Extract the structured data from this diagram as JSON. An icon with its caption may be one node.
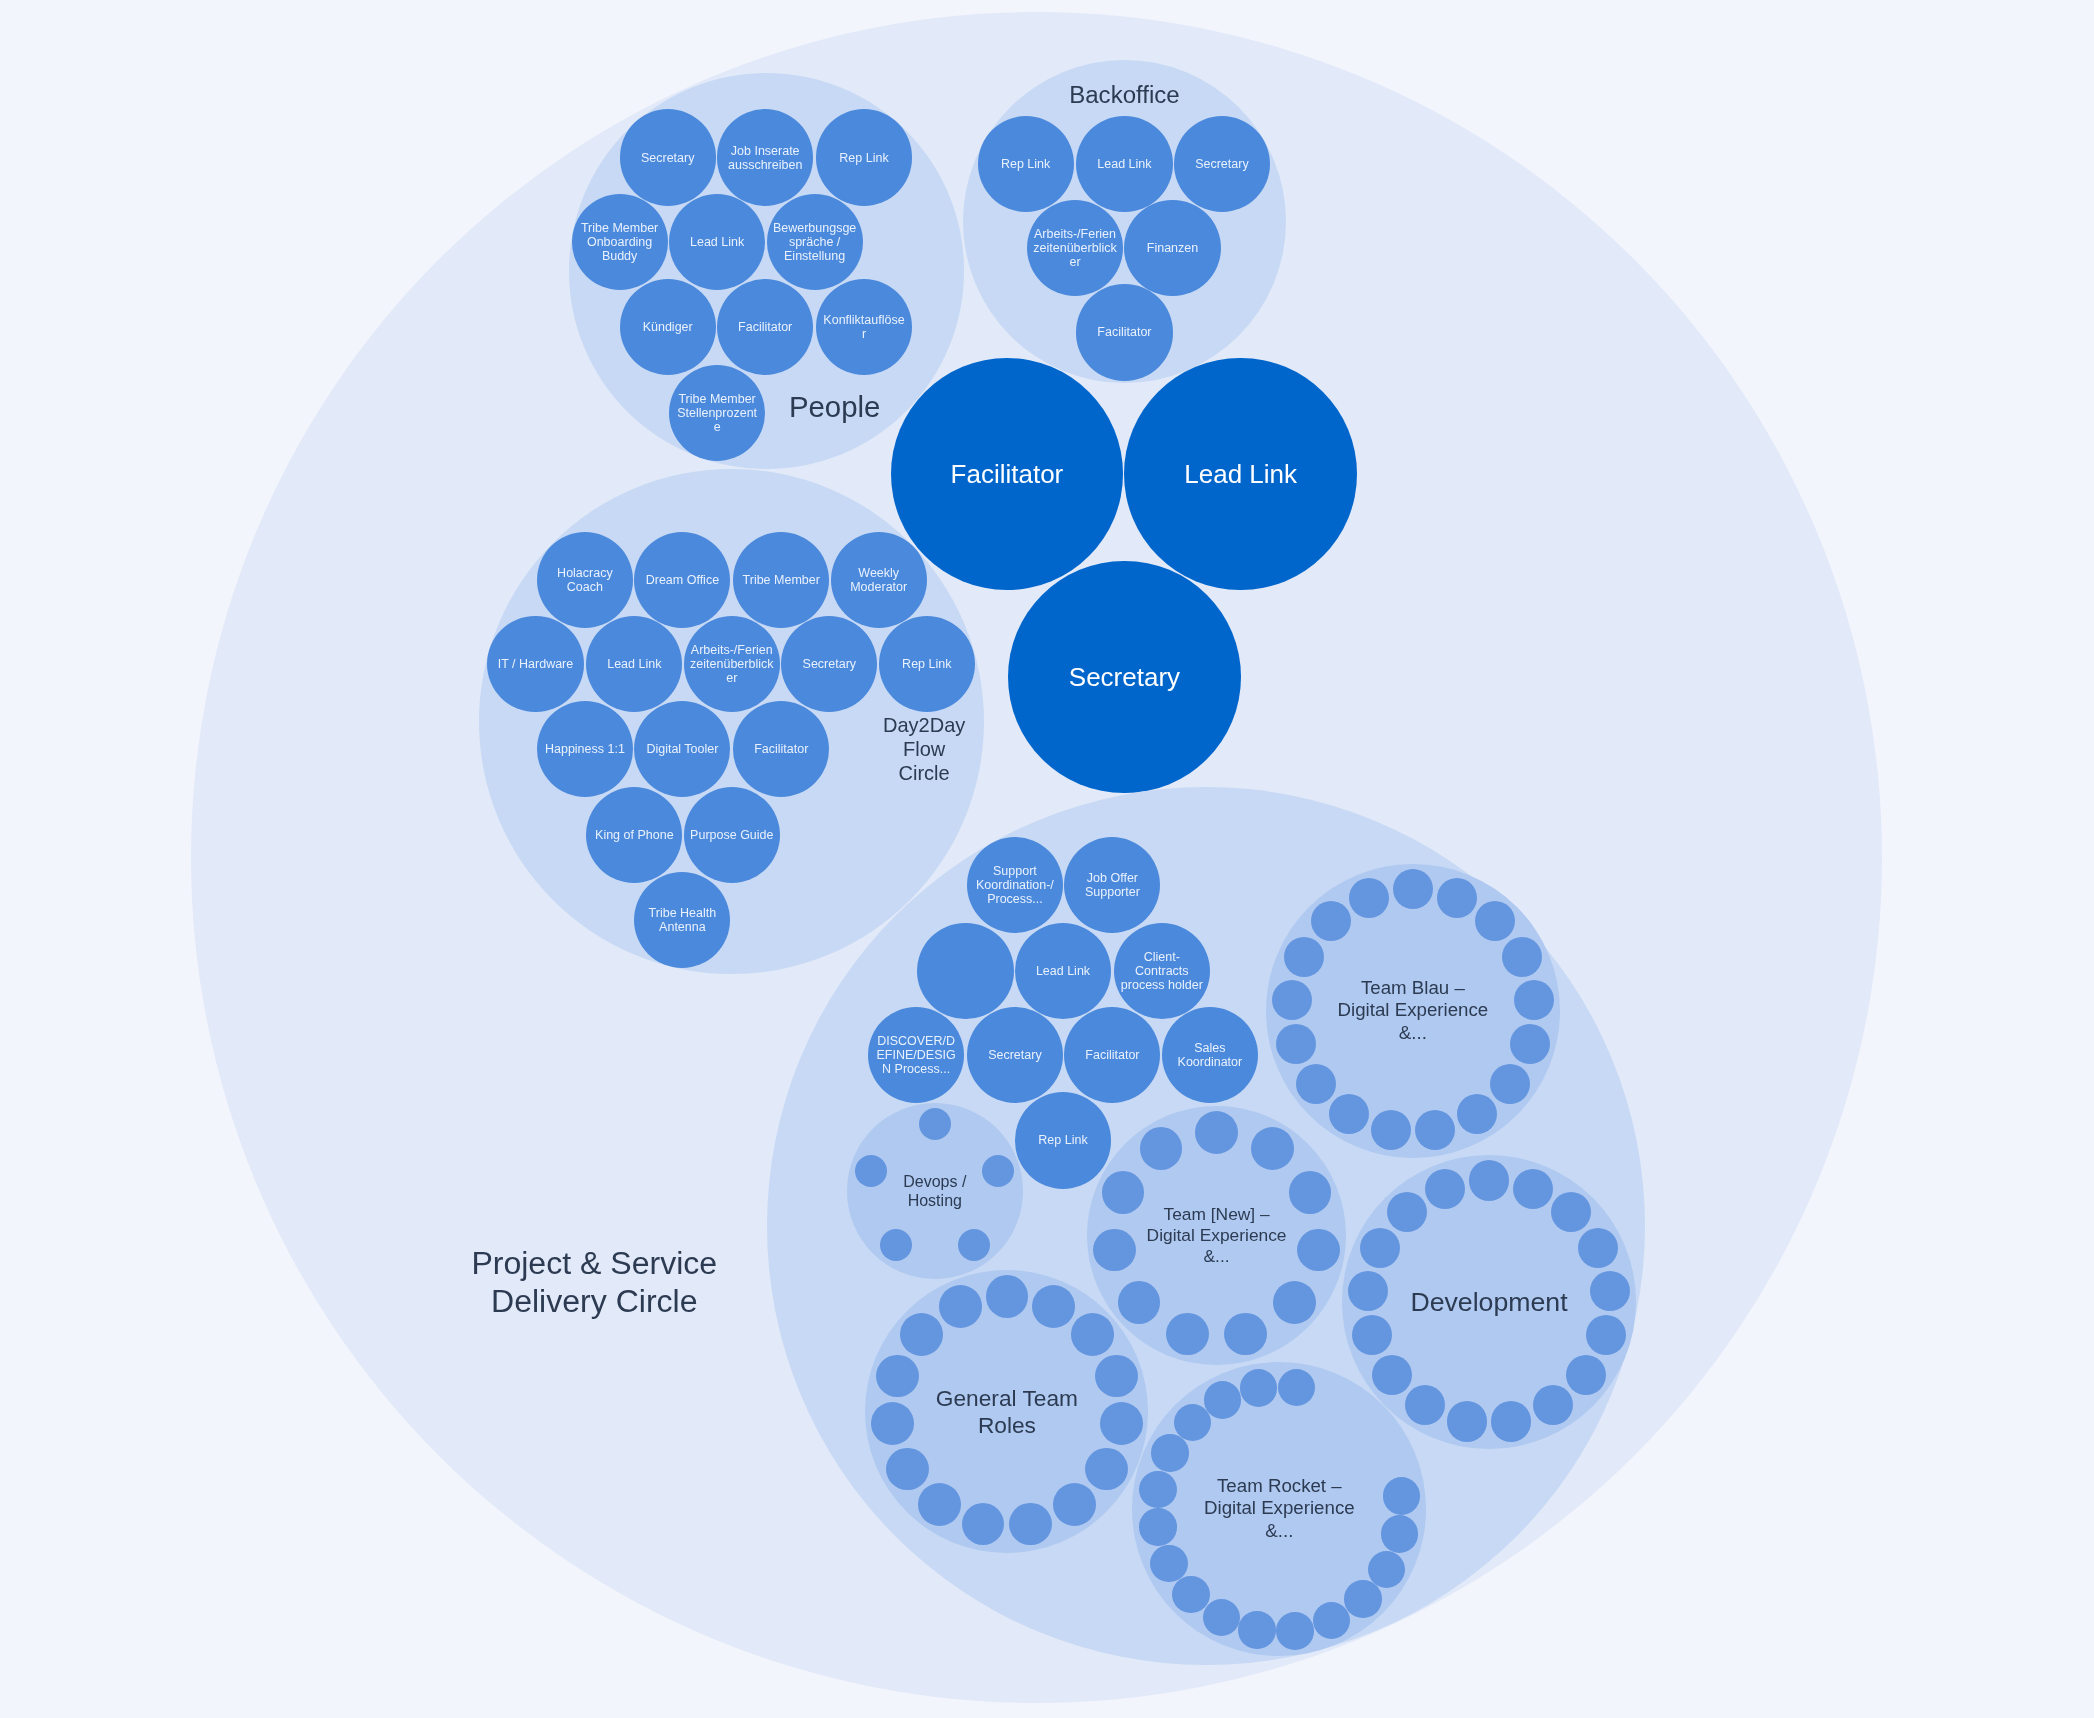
{
  "diagram": {
    "nodes": [
      {
        "text": [],
        "shape": "circle"
      },
      {
        "text": [
          "People"
        ],
        "in": 0
      },
      {
        "text": [
          "Secretary"
        ],
        "in": 1
      },
      {
        "text": [
          "Job Inserate ausschreiben"
        ],
        "in": 1
      },
      {
        "text": [
          "Rep Link"
        ],
        "in": 1
      },
      {
        "text": [
          "Tribe Member Onboarding Buddy"
        ],
        "in": 1
      },
      {
        "text": [
          "Lead Link"
        ],
        "in": 1
      },
      {
        "text": [
          "Bewerbungsgespräche / Einstellung"
        ],
        "in": 1
      },
      {
        "text": [
          "Kündiger"
        ],
        "in": 1
      },
      {
        "text": [
          "Facilitator"
        ],
        "in": 1
      },
      {
        "text": [
          "Konfliktauflöser"
        ],
        "in": 1
      },
      {
        "text": [
          "Tribe Member Stellenprozente"
        ],
        "in": 1
      },
      {
        "text": [
          "Backoffice"
        ],
        "in": 0
      },
      {
        "text": [
          "Rep Link"
        ],
        "in": 12
      },
      {
        "text": [
          "Lead Link"
        ],
        "in": 12
      },
      {
        "text": [
          "Secretary"
        ],
        "in": 12
      },
      {
        "text": [
          "Arbeits-/Ferienzeitenüberblicker"
        ],
        "in": 12
      },
      {
        "text": [
          "Finanzen"
        ],
        "in": 12
      },
      {
        "text": [
          "Facilitator"
        ],
        "in": 12
      },
      {
        "text": [
          "Facilitator"
        ],
        "in": 0
      },
      {
        "text": [
          "Lead Link"
        ],
        "in": 0
      },
      {
        "text": [
          "Day2Day Flow Circle"
        ],
        "in": 0
      },
      {
        "text": [
          "Holacracy Coach"
        ],
        "in": 21
      },
      {
        "text": [
          "Dream Office"
        ],
        "in": 21
      },
      {
        "text": [
          "Tribe Member"
        ],
        "in": 21
      },
      {
        "text": [
          "Weekly Moderator"
        ],
        "in": 21
      },
      {
        "text": [
          "IT / Hardware"
        ],
        "in": 21
      },
      {
        "text": [
          "Lead Link"
        ],
        "in": 21
      },
      {
        "text": [
          "Arbeits-/Ferienzeitenüberblicker"
        ],
        "in": 21
      },
      {
        "text": [
          "Secretary"
        ],
        "in": 21
      },
      {
        "text": [
          "Happiness 1:1"
        ],
        "in": 21
      },
      {
        "text": [
          "Digital Tooler"
        ],
        "in": 21
      },
      {
        "text": [
          "Facilitator"
        ],
        "in": 21
      },
      {
        "text": [
          "King of Phone"
        ],
        "in": 21
      },
      {
        "text": [
          "Purpose Guide"
        ],
        "in": 21
      },
      {
        "text": [
          "Rep Link"
        ],
        "in": 21
      },
      {
        "text": [
          "Tribe Health Antenna"
        ],
        "in": 21
      },
      {
        "text": [
          "Secretary"
        ],
        "in": 0
      },
      {
        "text": [
          "Project & Service Delivery Circle"
        ],
        "in": 0
      },
      {
        "text": [
          "Support Koordination-/Process..."
        ],
        "in": 38
      },
      {
        "text": [
          "Job Offer Supporter"
        ],
        "in": 38
      },
      {
        "text": [],
        "shape": "circle",
        "in": 38
      },
      {
        "text": [
          "Lead Link"
        ],
        "in": 38
      },
      {
        "text": [
          "Client-Contracts process holder"
        ],
        "in": 38
      },
      {
        "text": [
          "DISCOVER/DEFINE/DESIGN Process..."
        ],
        "in": 38
      },
      {
        "text": [
          "Secretary"
        ],
        "in": 38
      },
      {
        "text": [
          "Facilitator"
        ],
        "in": 38
      },
      {
        "text": [
          "Sales Koordinator"
        ],
        "in": 38
      },
      {
        "text": [
          "Rep Link"
        ],
        "in": 38
      },
      {
        "text": [
          "Team Blau – Digital Experience &..."
        ],
        "in": 38
      },
      {
        "text": [],
        "shape": "circle",
        "in": 49
      },
      {
        "text": [],
        "shape": "circle",
        "in": 49
      },
      {
        "text": [],
        "shape": "circle",
        "in": 49
      },
      {
        "text": [],
        "shape": "circle",
        "in": 49
      },
      {
        "text": [],
        "shape": "circle",
        "in": 49
      },
      {
        "text": [],
        "shape": "circle",
        "in": 49
      },
      {
        "text": [],
        "shape": "circle",
        "in": 49
      },
      {
        "text": [],
        "shape": "circle",
        "in": 49
      },
      {
        "text": [],
        "shape": "circle",
        "in": 49
      },
      {
        "text": [],
        "shape": "circle",
        "in": 49
      },
      {
        "text": [],
        "shape": "circle",
        "in": 49
      },
      {
        "text": [],
        "shape": "circle",
        "in": 49
      },
      {
        "text": [],
        "shape": "circle",
        "in": 49
      },
      {
        "text": [],
        "shape": "circle",
        "in": 49
      },
      {
        "text": [],
        "shape": "circle",
        "in": 49
      },
      {
        "text": [],
        "shape": "circle",
        "in": 49
      },
      {
        "text": [],
        "shape": "circle",
        "in": 49
      },
      {
        "text": [
          "Devops / Hosting"
        ],
        "in": 38
      },
      {
        "text": [],
        "shape": "circle",
        "in": 67
      },
      {
        "text": [],
        "shape": "circle",
        "in": 67
      },
      {
        "text": [],
        "shape": "circle",
        "in": 67
      },
      {
        "text": [],
        "shape": "circle",
        "in": 67
      },
      {
        "text": [],
        "shape": "circle",
        "in": 67
      },
      {
        "text": [
          "Team [New] – Digital Experience &..."
        ],
        "in": 38
      },
      {
        "text": [],
        "shape": "circle",
        "in": 73
      },
      {
        "text": [],
        "shape": "circle",
        "in": 73
      },
      {
        "text": [],
        "shape": "circle",
        "in": 73
      },
      {
        "text": [],
        "shape": "circle",
        "in": 73
      },
      {
        "text": [],
        "shape": "circle",
        "in": 73
      },
      {
        "text": [],
        "shape": "circle",
        "in": 73
      },
      {
        "text": [],
        "shape": "circle",
        "in": 73
      },
      {
        "text": [],
        "shape": "circle",
        "in": 73
      },
      {
        "text": [],
        "shape": "circle",
        "in": 73
      },
      {
        "text": [],
        "shape": "circle",
        "in": 73
      },
      {
        "text": [],
        "shape": "circle",
        "in": 73
      },
      {
        "text": [
          "Development"
        ],
        "in": 38
      },
      {
        "text": [],
        "shape": "circle",
        "in": 85
      },
      {
        "text": [],
        "shape": "circle",
        "in": 85
      },
      {
        "text": [],
        "shape": "circle",
        "in": 85
      },
      {
        "text": [],
        "shape": "circle",
        "in": 85
      },
      {
        "text": [],
        "shape": "circle",
        "in": 85
      },
      {
        "text": [],
        "shape": "circle",
        "in": 85
      },
      {
        "text": [],
        "shape": "circle",
        "in": 85
      },
      {
        "text": [],
        "shape": "circle",
        "in": 85
      },
      {
        "text": [],
        "shape": "circle",
        "in": 85
      },
      {
        "text": [],
        "shape": "circle",
        "in": 85
      },
      {
        "text": [],
        "shape": "circle",
        "in": 85
      },
      {
        "text": [],
        "shape": "circle",
        "in": 85
      },
      {
        "text": [],
        "shape": "circle",
        "in": 85
      },
      {
        "text": [],
        "shape": "circle",
        "in": 85
      },
      {
        "text": [],
        "shape": "circle",
        "in": 85
      },
      {
        "text": [],
        "shape": "circle",
        "in": 85
      },
      {
        "text": [],
        "shape": "circle",
        "in": 85
      },
      {
        "text": [
          "General Team Roles"
        ],
        "in": 38
      },
      {
        "text": [],
        "shape": "circle",
        "in": 103
      },
      {
        "text": [],
        "shape": "circle",
        "in": 103
      },
      {
        "text": [],
        "shape": "circle",
        "in": 103
      },
      {
        "text": [],
        "shape": "circle",
        "in": 103
      },
      {
        "text": [],
        "shape": "circle",
        "in": 103
      },
      {
        "text": [],
        "shape": "circle",
        "in": 103
      },
      {
        "text": [],
        "shape": "circle",
        "in": 103
      },
      {
        "text": [],
        "shape": "circle",
        "in": 103
      },
      {
        "text": [],
        "shape": "circle",
        "in": 103
      },
      {
        "text": [],
        "shape": "circle",
        "in": 103
      },
      {
        "text": [],
        "shape": "circle",
        "in": 103
      },
      {
        "text": [],
        "shape": "circle",
        "in": 103
      },
      {
        "text": [],
        "shape": "circle",
        "in": 103
      },
      {
        "text": [],
        "shape": "circle",
        "in": 103
      },
      {
        "text": [],
        "shape": "circle",
        "in": 103
      },
      {
        "text": [
          "Team Rocket – Digital Experience &..."
        ],
        "in": 38
      },
      {
        "text": [],
        "shape": "circle",
        "in": 119
      },
      {
        "text": [],
        "shape": "circle",
        "in": 119
      },
      {
        "text": [],
        "shape": "circle",
        "in": 119
      },
      {
        "text": [],
        "shape": "circle",
        "in": 119
      },
      {
        "text": [],
        "shape": "circle",
        "in": 119
      },
      {
        "text": [],
        "shape": "circle",
        "in": 119
      },
      {
        "text": [],
        "shape": "circle",
        "in": 119
      },
      {
        "text": [],
        "shape": "circle",
        "in": 119
      },
      {
        "text": [],
        "shape": "circle",
        "in": 119
      },
      {
        "text": [],
        "shape": "circle",
        "in": 119
      },
      {
        "text": [],
        "shape": "circle",
        "in": 119
      },
      {
        "text": [],
        "shape": "circle",
        "in": 119
      },
      {
        "text": [],
        "shape": "circle",
        "in": 119
      },
      {
        "text": [],
        "shape": "circle",
        "in": 119
      },
      {
        "text": [],
        "shape": "circle",
        "in": 119
      },
      {
        "text": [],
        "shape": "circle",
        "in": 119
      },
      {
        "text": [],
        "shape": "circle",
        "in": 119
      }
    ]
  }
}
